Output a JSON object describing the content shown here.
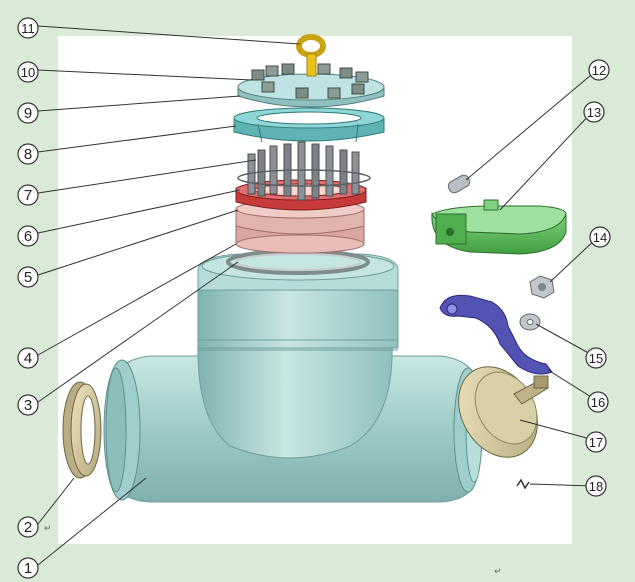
{
  "diagram": {
    "callouts": [
      {
        "id": "1",
        "label": "1"
      },
      {
        "id": "2",
        "label": "2"
      },
      {
        "id": "3",
        "label": "3"
      },
      {
        "id": "4",
        "label": "4"
      },
      {
        "id": "5",
        "label": "5"
      },
      {
        "id": "6",
        "label": "6"
      },
      {
        "id": "7",
        "label": "7"
      },
      {
        "id": "8",
        "label": "8"
      },
      {
        "id": "9",
        "label": "9"
      },
      {
        "id": "10",
        "label": "10"
      },
      {
        "id": "11",
        "label": "11"
      },
      {
        "id": "12",
        "label": "12"
      },
      {
        "id": "13",
        "label": "13"
      },
      {
        "id": "14",
        "label": "14"
      },
      {
        "id": "15",
        "label": "15"
      },
      {
        "id": "16",
        "label": "16"
      },
      {
        "id": "17",
        "label": "17"
      },
      {
        "id": "18",
        "label": "18"
      }
    ],
    "return_marks": [
      "↵",
      "↵"
    ]
  },
  "colors": {
    "page_background": "#d9ead6",
    "canvas_background": "#ffffff",
    "valve_body": "#a9d3d0",
    "bonnet_parts": "#8fcfcf",
    "bolts": "#8a8f94",
    "red_ring": "#c83a3a",
    "pink_rings": "#d9a7a2",
    "clamp_green": "#5fbf5f",
    "lever_blue": "#5353b3",
    "disc_tan": "#cdc19a",
    "eyebolt_yellow": "#e8c21a"
  }
}
